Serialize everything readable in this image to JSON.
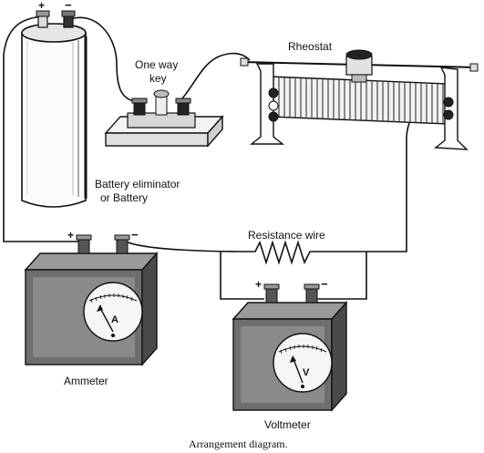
{
  "labels": {
    "key_line1": "One way",
    "key_line2": "key",
    "rheostat": "Rheostat",
    "battery_line1": "Battery eliminator",
    "battery_line2": "or Battery",
    "resistance_wire": "Resistance wire",
    "ammeter": "Ammeter",
    "voltmeter": "Voltmeter",
    "ammeter_dial": "A",
    "voltmeter_dial": "V",
    "battery_plus": "+",
    "battery_minus": "−",
    "ammeter_plus": "+",
    "ammeter_minus": "−",
    "voltmeter_plus": "+",
    "voltmeter_minus": "−"
  },
  "caption": "Arrangement diagram."
}
